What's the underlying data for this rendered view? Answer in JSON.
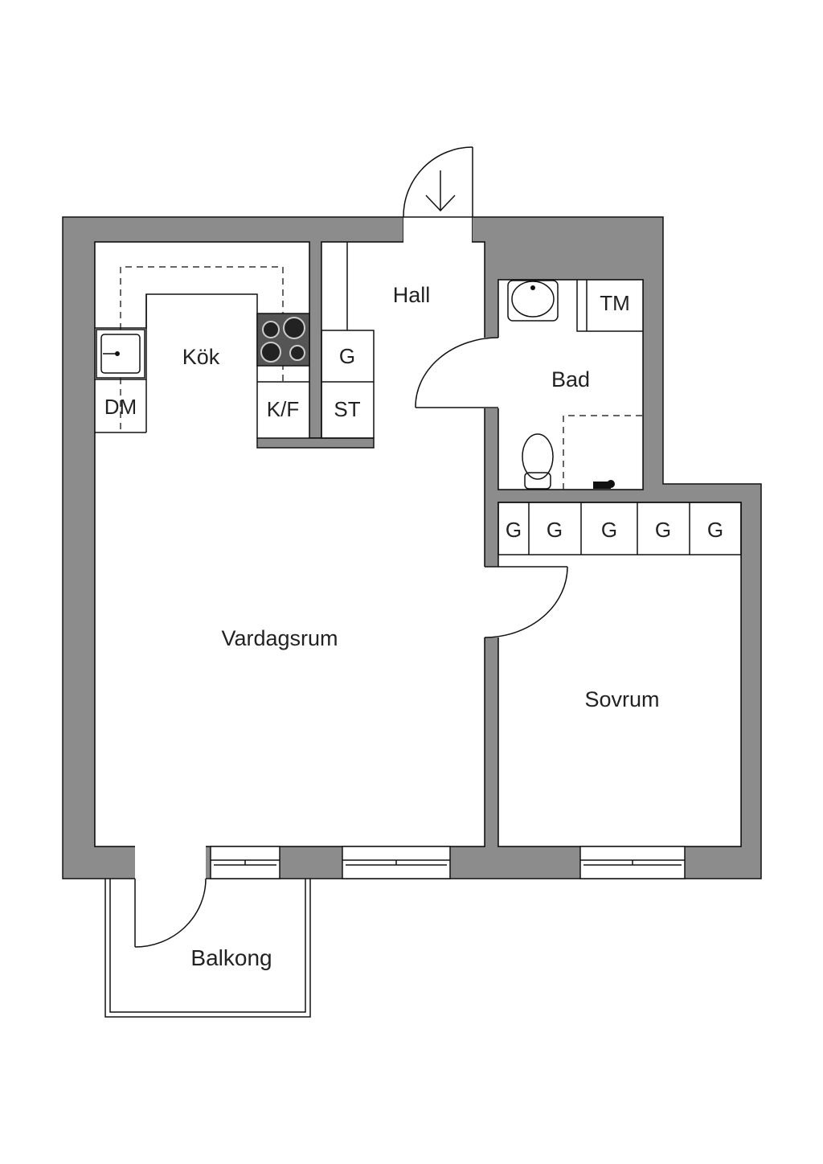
{
  "rooms": {
    "kok": "Kök",
    "hall": "Hall",
    "bad": "Bad",
    "vardagsrum": "Vardagsrum",
    "sovrum": "Sovrum",
    "balkong": "Balkong"
  },
  "fixtures": {
    "dm": "DM",
    "kf": "K/F",
    "st": "ST",
    "g_kitchen": "G",
    "tm": "TM",
    "wardrobes": [
      "G",
      "G",
      "G",
      "G",
      "G"
    ]
  },
  "colors": {
    "wall": "#8c8c8c",
    "line": "#111111",
    "background": "#ffffff"
  },
  "icons": [
    "entrance-arrow-icon",
    "sink-icon",
    "stove-icon",
    "washbasin-icon",
    "toilet-icon",
    "shower-mixer-icon"
  ]
}
